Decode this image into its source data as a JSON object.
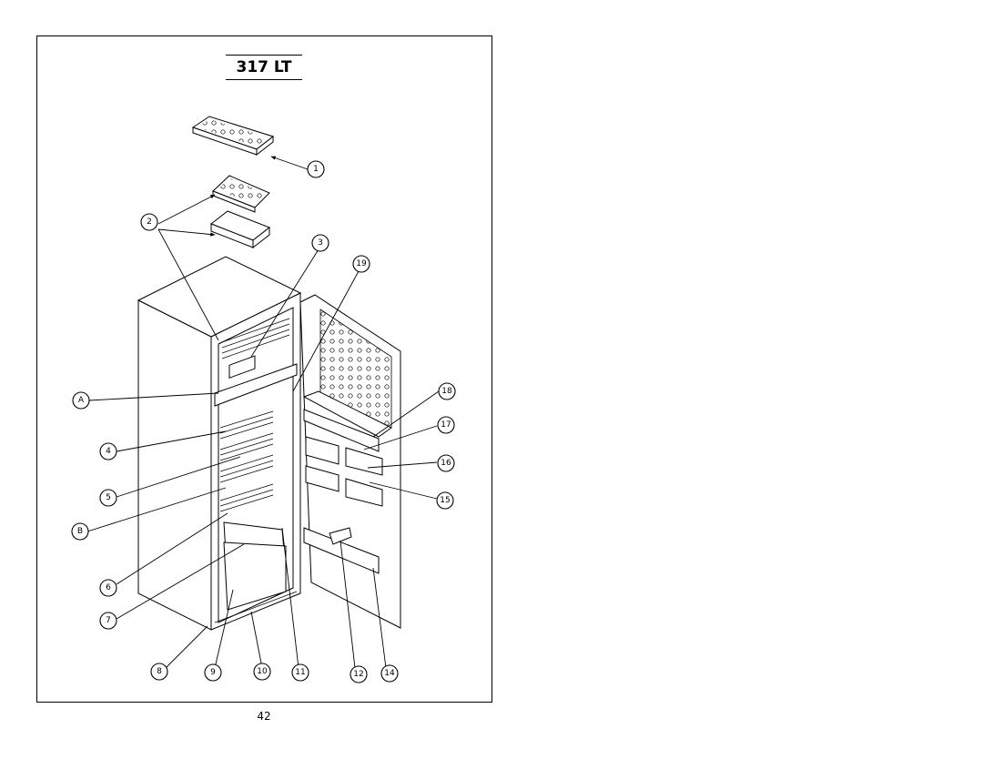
{
  "title": "317 LT",
  "page_number": "42",
  "callouts": [
    {
      "label": "1"
    },
    {
      "label": "2"
    },
    {
      "label": "3"
    },
    {
      "label": "19"
    },
    {
      "label": "A"
    },
    {
      "label": "18"
    },
    {
      "label": "17"
    },
    {
      "label": "4"
    },
    {
      "label": "16"
    },
    {
      "label": "5"
    },
    {
      "label": "15"
    },
    {
      "label": "B"
    },
    {
      "label": "6"
    },
    {
      "label": "7"
    },
    {
      "label": "8"
    },
    {
      "label": "9"
    },
    {
      "label": "10"
    },
    {
      "label": "11"
    },
    {
      "label": "12"
    },
    {
      "label": "14"
    }
  ]
}
